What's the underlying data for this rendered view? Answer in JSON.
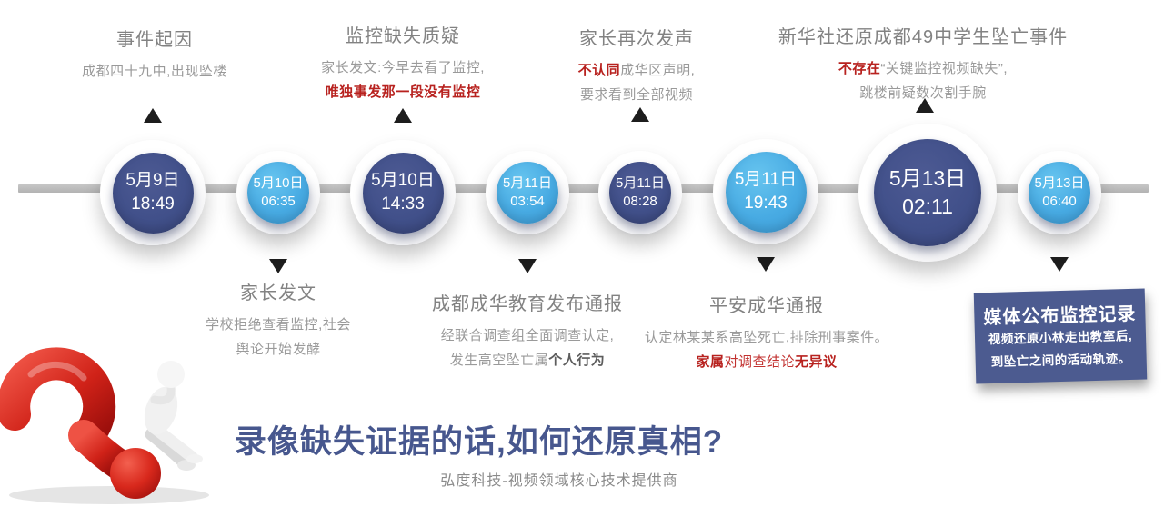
{
  "timeline": {
    "nodes": [
      {
        "date": "5月9日",
        "time": "18:49"
      },
      {
        "date": "5月10日",
        "time": "06:35"
      },
      {
        "date": "5月10日",
        "time": "14:33"
      },
      {
        "date": "5月11日",
        "time": "03:54"
      },
      {
        "date": "5月11日",
        "time": "08:28"
      },
      {
        "date": "5月11日",
        "time": "19:43"
      },
      {
        "date": "5月13日",
        "time": "02:11"
      },
      {
        "date": "5月13日",
        "time": "06:40"
      }
    ]
  },
  "events_top": {
    "e1": {
      "title": "事件起因",
      "line1": "成都四十九中,出现坠楼"
    },
    "e2": {
      "title": "监控缺失质疑",
      "line1": "家长发文:今早去看了监控,",
      "line2_red": "唯独事发那一段没有监控"
    },
    "e3": {
      "title": "家长再次发声",
      "line1_red": "不认同",
      "line1_rest": "成华区声明,",
      "line2": "要求看到全部视频"
    },
    "e4": {
      "title": "新华社还原成都49中学生坠亡事件",
      "line1_red": "不存在",
      "line1_rest": "“关键监控视频缺失”,",
      "line2": "跳楼前疑数次割手腕"
    }
  },
  "events_bottom": {
    "e1": {
      "title": "家长发文",
      "line1": "学校拒绝查看监控,社会",
      "line2": "舆论开始发酵"
    },
    "e2": {
      "title": "成都成华教育发布通报",
      "line1": "经联合调查组全面调查认定,",
      "line2_pre": "发生高空坠亡属",
      "line2_bold": "个人行为"
    },
    "e3": {
      "title": "平安成华通报",
      "line1": "认定林某某系高坠死亡,排除刑事案件。",
      "line2_bold1": "家属",
      "line2_mid": "对调查结论",
      "line2_bold2": "无异议"
    },
    "e4": {
      "title": "媒体公布监控记录",
      "line1": "视频还原小林走出教室后,",
      "line2": "到坠亡之间的活动轨迹。"
    }
  },
  "footer": {
    "headline": "录像缺失证据的话,如何还原真相?",
    "tagline": "弘度科技-视频领域核心技术提供商"
  },
  "colors": {
    "node_dark": "#41508a",
    "node_light": "#48abe3",
    "accent_red": "#c23230",
    "box_blue": "#4c5b90",
    "headline_blue": "#47578e",
    "axis_gray": "#b9b9b9",
    "triangle_black": "#1d1d1d"
  }
}
